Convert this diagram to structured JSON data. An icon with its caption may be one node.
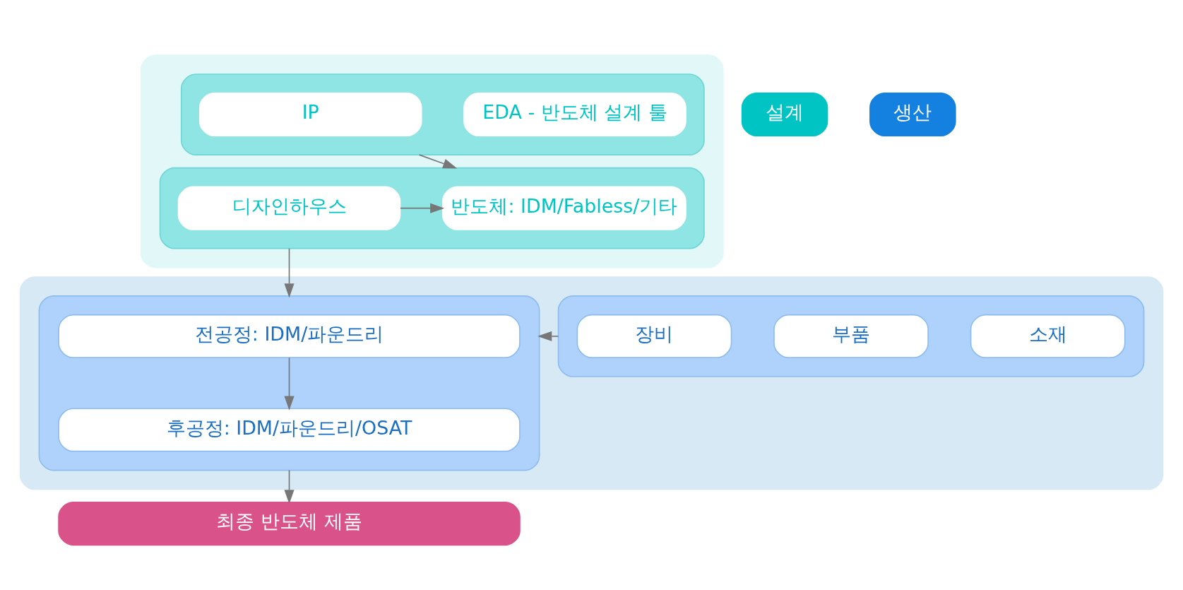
{
  "diagram": {
    "nodes": [
      {
        "text": [],
        "shape": "box"
      },
      {
        "text": [],
        "shape": "box",
        "in": 0
      },
      {
        "text": [
          "EDA - 반도체 설계 툴"
        ],
        "in": 1
      },
      {
        "text": [
          "IP"
        ],
        "in": 1
      },
      {
        "text": [],
        "shape": "box",
        "in": 0
      },
      {
        "text": [
          "반도체: IDM/Fabless/기타"
        ],
        "in": 4
      },
      {
        "text": [
          "디자인하우스"
        ],
        "in": 4
      },
      {
        "text": [],
        "shape": "box"
      },
      {
        "text": [],
        "shape": "box",
        "in": 7
      },
      {
        "text": [
          "소재"
        ],
        "in": 8
      },
      {
        "text": [
          "부품"
        ],
        "in": 8
      },
      {
        "text": [
          "장비"
        ],
        "in": 8
      },
      {
        "text": [],
        "shape": "box",
        "in": 7
      },
      {
        "text": [
          "전공정: IDM/파운드리"
        ],
        "in": 12
      },
      {
        "text": [
          "후공정: IDM/파운드리/OSAT"
        ],
        "in": 12
      },
      {
        "text": [
          "최종 반도체 제품"
        ]
      },
      {
        "text": [
          "설계"
        ]
      },
      {
        "text": [
          "생산"
        ]
      }
    ],
    "edges": [
      {
        "from": 1,
        "to": 4,
        "arrow": "to"
      },
      {
        "from": 6,
        "to": 5,
        "arrow": "to"
      },
      {
        "from": 4,
        "to": 12,
        "arrow": "to"
      },
      {
        "from": 8,
        "to": 12,
        "arrow": "to"
      },
      {
        "from": 13,
        "to": 14,
        "arrow": "to"
      },
      {
        "from": 12,
        "to": 15,
        "arrow": "to"
      }
    ]
  }
}
